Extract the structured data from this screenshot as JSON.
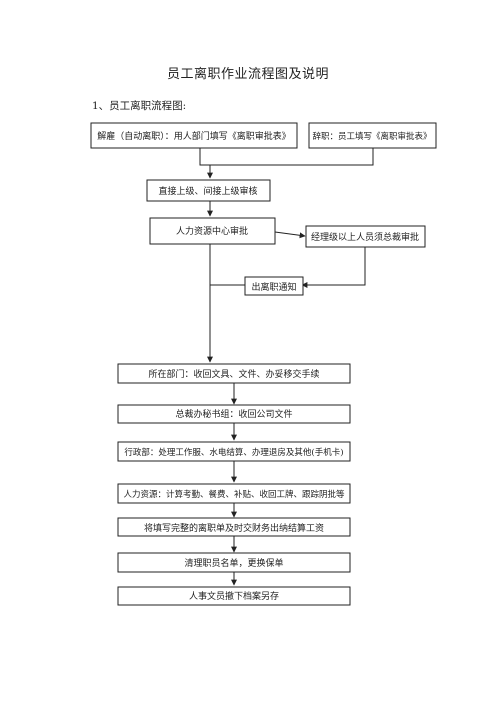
{
  "document": {
    "title": "员工离职作业流程图及说明",
    "section_heading": "1、员工离职流程图:"
  },
  "flowchart": {
    "boxes": {
      "dismissal": "解雇（自动离职）：用人部门填写《离职审批表》",
      "resignation": "辞职：员工填写《离职审批表》",
      "supervisor_review": "直接上级、间接上级审核",
      "hr_center_approval": "人力资源中心审批",
      "gm_approval": "经理级以上人员须总裁审批",
      "departure_notice": "出离职通知",
      "department_handover": "所在部门：收回文具、文件、办妥移交手续",
      "ceo_secretary": "总裁办秘书组：收回公司文件",
      "admin_dept": "行政部：处理工作服、水电结算、办理退房及其他(手机卡)",
      "hr_settlement": "人力资源：计算考勤、餐费、补贴、收回工牌、跟踪阴批等",
      "finance_settlement": "将填写完整的离职单及时交财务出纳结算工资",
      "clear_roster": "清理职员名单，更换保单",
      "archive": "人事文员撤下档案另存"
    }
  }
}
